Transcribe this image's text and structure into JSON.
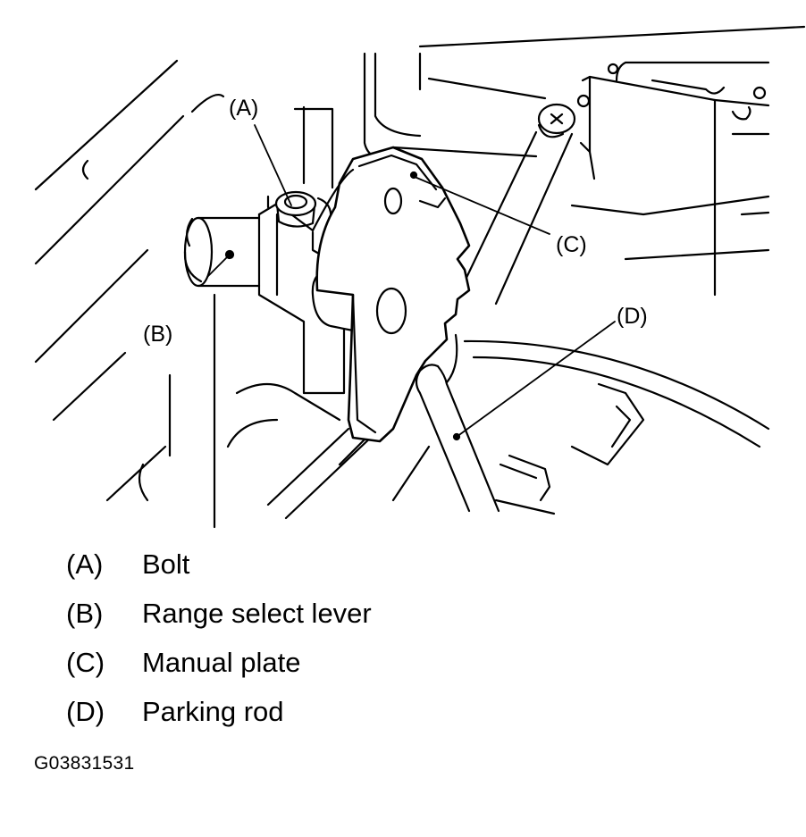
{
  "callouts": {
    "a": "(A)",
    "b": "(B)",
    "c": "(C)",
    "d": "(D)"
  },
  "legend": [
    {
      "letter": "(A)",
      "text": "Bolt"
    },
    {
      "letter": "(B)",
      "text": "Range select lever"
    },
    {
      "letter": "(C)",
      "text": "Manual plate"
    },
    {
      "letter": "(D)",
      "text": "Parking rod"
    }
  ],
  "figure_id": "G03831531"
}
